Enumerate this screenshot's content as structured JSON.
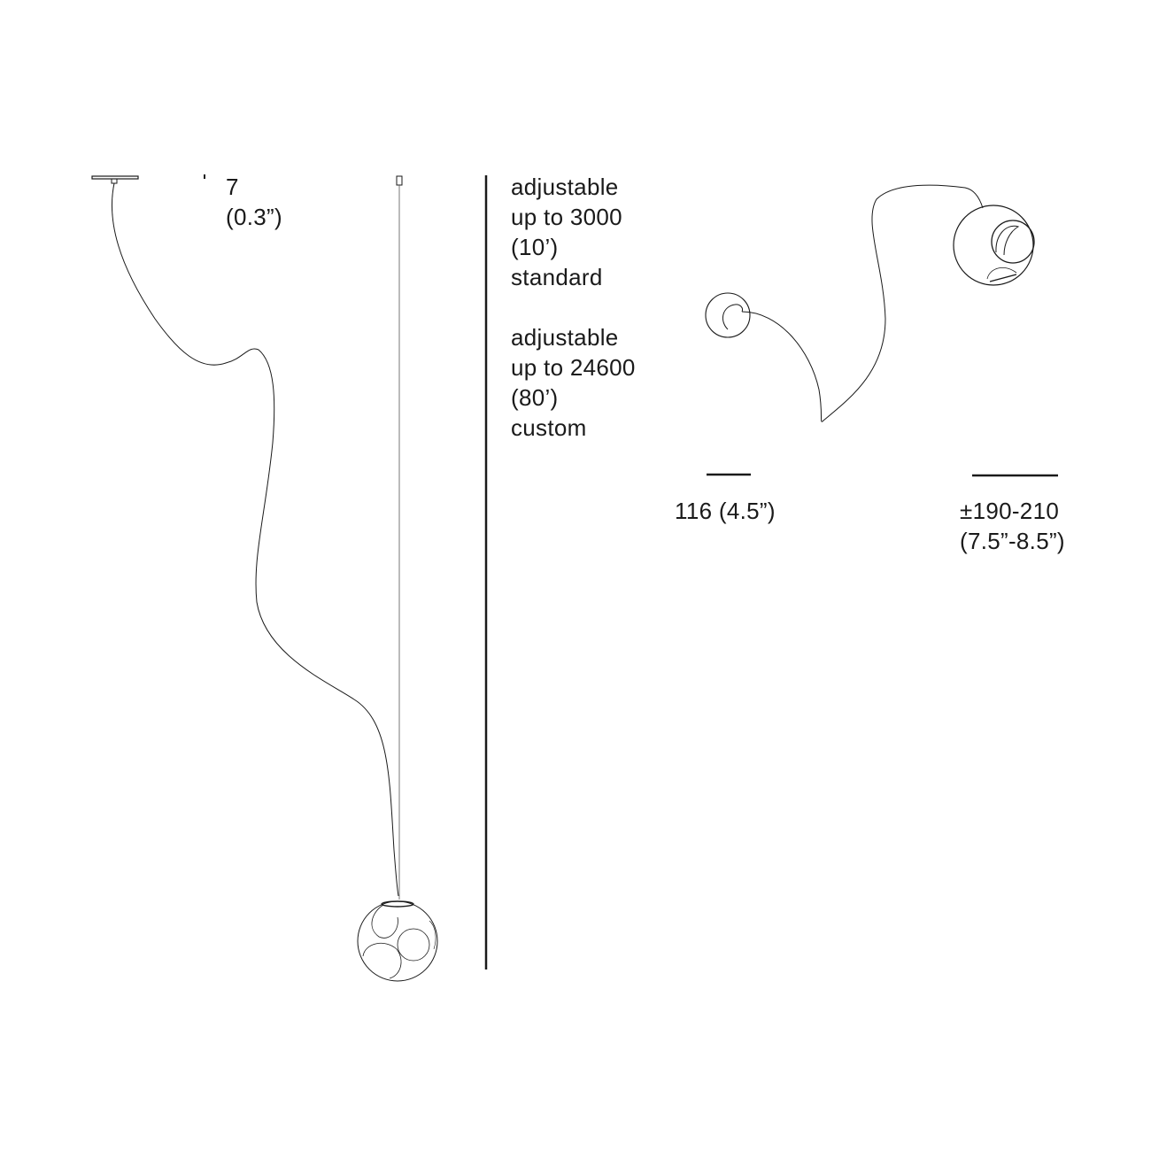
{
  "dimensions": {
    "thickness": {
      "value": "7",
      "imperial": "(0.3”)"
    },
    "cable_standard": {
      "line1": "adjustable",
      "line2": "up to 3000",
      "line3": "(10’)",
      "line4": "standard"
    },
    "cable_custom": {
      "line1": "adjustable",
      "line2": "up to 24600",
      "line3": "(80’)",
      "line4": "custom"
    },
    "rosette_diameter": {
      "text": "116 (4.5”)"
    },
    "globe_diameter": {
      "line1": "±190-210",
      "line2": "(7.5”-8.5”)"
    }
  },
  "colors": {
    "line": "#1a1a1a",
    "thin_line": "#555555"
  }
}
